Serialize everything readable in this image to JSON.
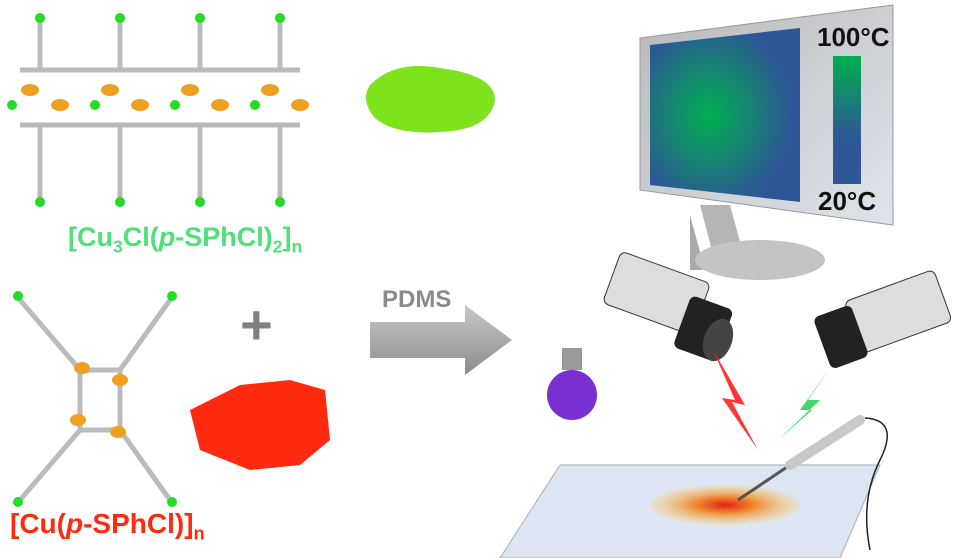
{
  "compound_green": {
    "prefix": "[Cu",
    "sub1": "3",
    "mid": "Cl(",
    "italic": "p",
    "rest": "-SPhCl)",
    "sub2": "2",
    "close": "]",
    "sub3": "n",
    "color": "#4fe07a"
  },
  "compound_red": {
    "prefix": "[Cu(",
    "italic": "p",
    "rest": "-SPhCl)]",
    "sub": "n",
    "color": "#ff2a10"
  },
  "plus": "+",
  "arrow_label": "PDMS",
  "monitor": {
    "temp_high": "100°C",
    "temp_low": "20°C",
    "hot_color": "#00b050",
    "cold_color": "#2e5596"
  }
}
